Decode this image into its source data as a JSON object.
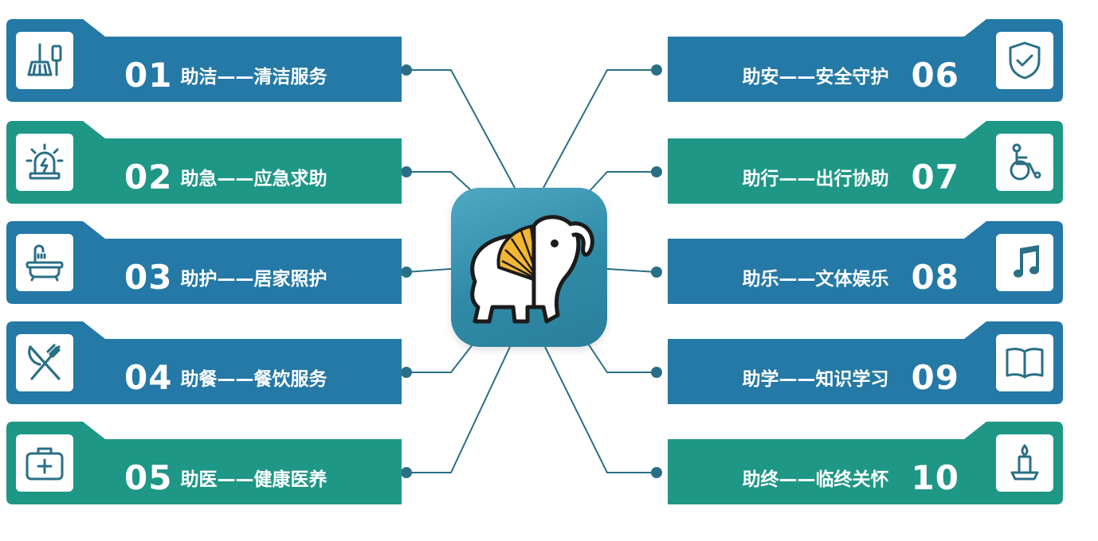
{
  "services": [
    {
      "num": "01",
      "text": "助洁——清洁服务",
      "icon": "broom-icon",
      "side": "left",
      "color": "#2479a6"
    },
    {
      "num": "02",
      "text": "助急——应急求助",
      "icon": "alarm-light-icon",
      "side": "left",
      "color": "#1e9786"
    },
    {
      "num": "03",
      "text": "助护——居家照护",
      "icon": "bathtub-icon",
      "side": "left",
      "color": "#2479a6"
    },
    {
      "num": "04",
      "text": "助餐——餐饮服务",
      "icon": "fork-knife-icon",
      "side": "left",
      "color": "#2479a6"
    },
    {
      "num": "05",
      "text": "助医——健康医养",
      "icon": "medical-kit-icon",
      "side": "left",
      "color": "#1e9786"
    },
    {
      "num": "06",
      "text": "助安——安全守护",
      "icon": "shield-check-icon",
      "side": "right",
      "color": "#2479a6"
    },
    {
      "num": "07",
      "text": "助行——出行协助",
      "icon": "wheelchair-icon",
      "side": "right",
      "color": "#1e9786"
    },
    {
      "num": "08",
      "text": "助乐——文体娱乐",
      "icon": "music-note-icon",
      "side": "right",
      "color": "#2479a6"
    },
    {
      "num": "09",
      "text": "助学——知识学习",
      "icon": "open-book-icon",
      "side": "right",
      "color": "#2479a6"
    },
    {
      "num": "10",
      "text": "助终——临终关怀",
      "icon": "candle-icon",
      "side": "right",
      "color": "#1e9786"
    }
  ],
  "center": {
    "icon": "elephant-logo-icon",
    "bg": "#3596b3",
    "accent": "#f2b632"
  },
  "colors": {
    "blue": "#2479a6",
    "teal": "#1e9786",
    "line": "#2a6f86"
  }
}
